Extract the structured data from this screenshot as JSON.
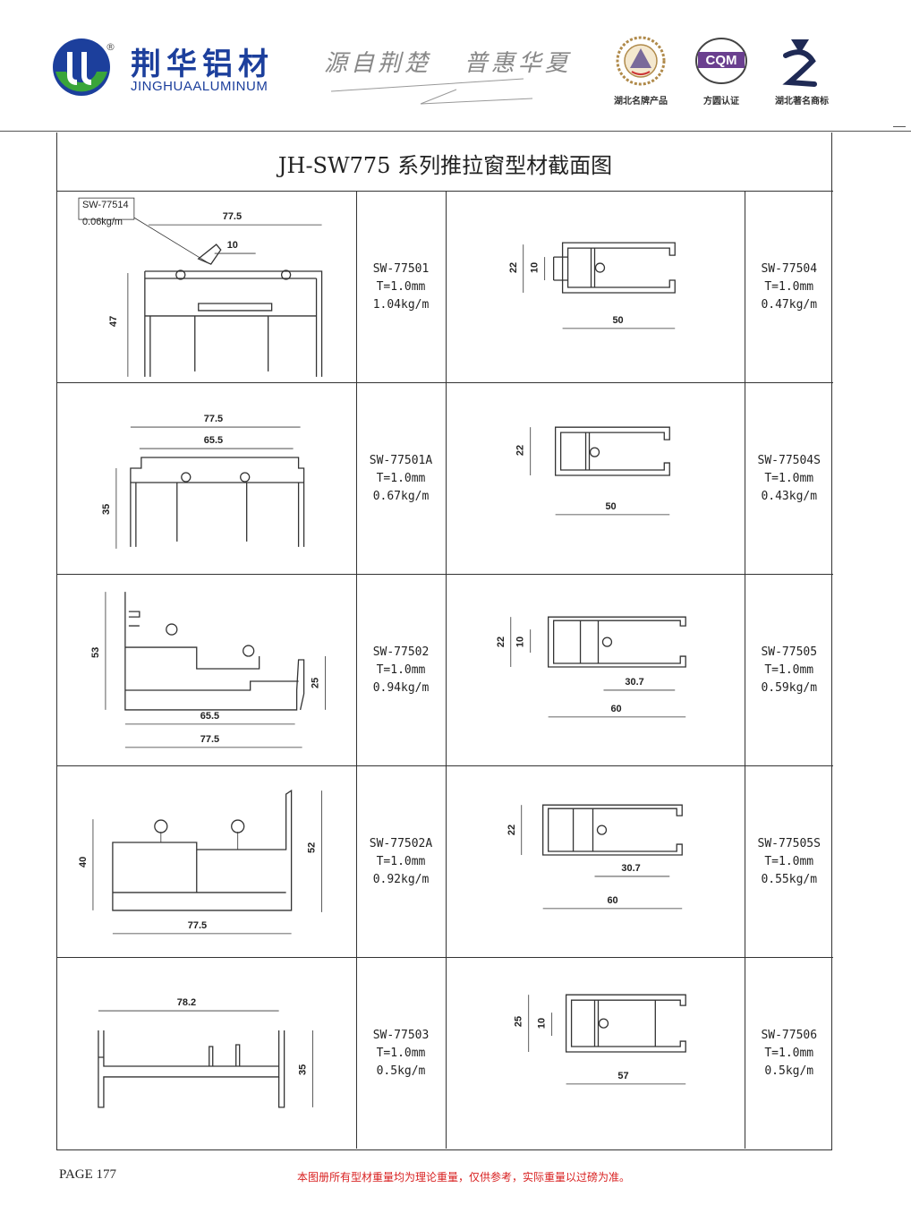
{
  "header": {
    "company_cn": "荆华铝材",
    "company_en": "JINGHUAALUMINUM",
    "registered": "®",
    "slogan": "源自荆楚   普惠华夏",
    "certs": [
      {
        "label": "湖北名牌产品",
        "icon": "hubei-famous-brand-seal-icon"
      },
      {
        "label": "方圆认证",
        "icon": "cqm-certification-icon",
        "mark": "CQM"
      },
      {
        "label": "湖北著名商标",
        "icon": "hubei-famous-trademark-icon"
      }
    ],
    "brand_color": "#1c3f9c"
  },
  "title": "JH-SW775 系列推拉窗型材截面图",
  "profiles": [
    {
      "code": "SW-77501",
      "thickness": "T=1.0mm",
      "weight": "1.04kg/m",
      "dims": [
        "77.5",
        "10",
        "47"
      ],
      "sub": {
        "code": "SW-77514",
        "weight": "0.06kg/m"
      }
    },
    {
      "code": "SW-77504",
      "thickness": "T=1.0mm",
      "weight": "0.47kg/m",
      "dims": [
        "22",
        "10",
        "50"
      ]
    },
    {
      "code": "SW-77501A",
      "thickness": "T=1.0mm",
      "weight": "0.67kg/m",
      "dims": [
        "77.5",
        "65.5",
        "35"
      ]
    },
    {
      "code": "SW-77504S",
      "thickness": "T=1.0mm",
      "weight": "0.43kg/m",
      "dims": [
        "22",
        "50"
      ]
    },
    {
      "code": "SW-77502",
      "thickness": "T=1.0mm",
      "weight": "0.94kg/m",
      "dims": [
        "53",
        "25",
        "65.5",
        "77.5"
      ]
    },
    {
      "code": "SW-77505",
      "thickness": "T=1.0mm",
      "weight": "0.59kg/m",
      "dims": [
        "22",
        "10",
        "30.7",
        "60"
      ]
    },
    {
      "code": "SW-77502A",
      "thickness": "T=1.0mm",
      "weight": "0.92kg/m",
      "dims": [
        "40",
        "52",
        "77.5"
      ]
    },
    {
      "code": "SW-77505S",
      "thickness": "T=1.0mm",
      "weight": "0.55kg/m",
      "dims": [
        "22",
        "30.7",
        "60"
      ]
    },
    {
      "code": "SW-77503",
      "thickness": "T=1.0mm",
      "weight": "0.5kg/m",
      "dims": [
        "78.2",
        "35"
      ]
    },
    {
      "code": "SW-77506",
      "thickness": "T=1.0mm",
      "weight": "0.5kg/m",
      "dims": [
        "25",
        "10",
        "57"
      ]
    }
  ],
  "footer": {
    "page": "PAGE 177",
    "note": "本图册所有型材重量均为理论重量，仅供参考，实际重量以过磅为准。",
    "note_color": "#d81f1f"
  }
}
